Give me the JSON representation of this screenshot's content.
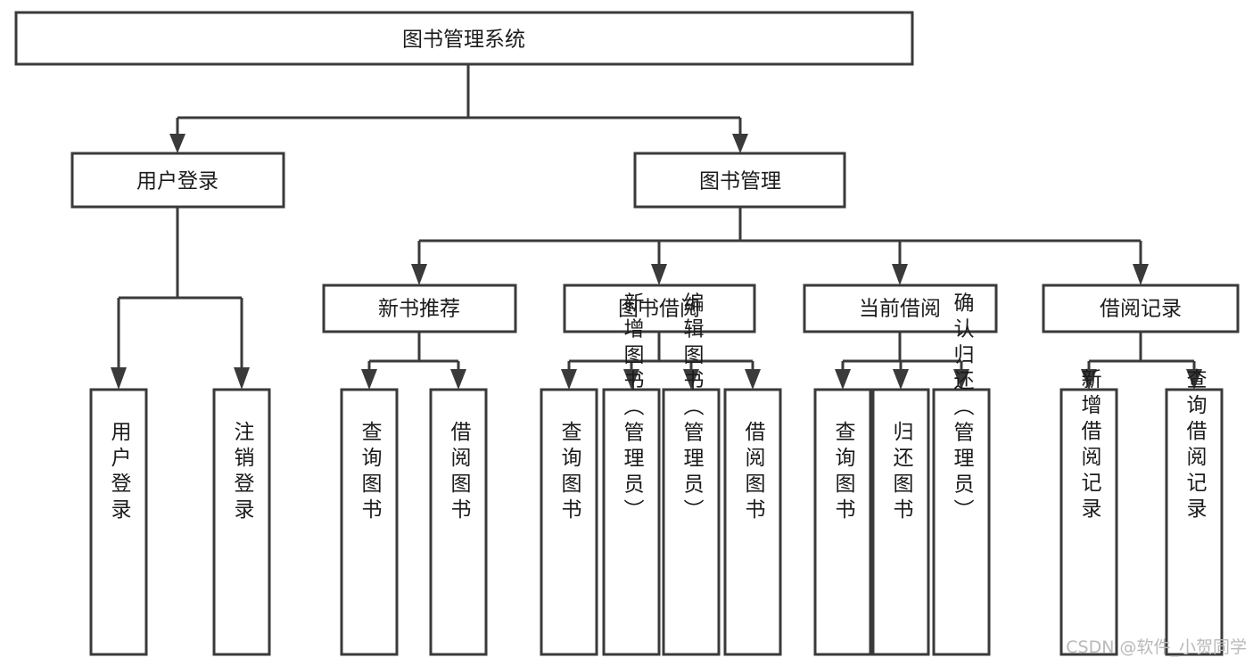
{
  "diagram": {
    "type": "tree-hierarchy",
    "title": "图书管理系统",
    "root": {
      "id": "root",
      "label": "图书管理系统",
      "level": 1
    },
    "level2": [
      {
        "id": "user-login",
        "label": "用户登录"
      },
      {
        "id": "book-manage",
        "label": "图书管理"
      }
    ],
    "level3": [
      {
        "id": "new-book-recommend",
        "label": "新书推荐",
        "parent": "book-manage"
      },
      {
        "id": "book-borrow",
        "label": "图书借阅",
        "parent": "book-manage"
      },
      {
        "id": "current-borrow",
        "label": "当前借阅",
        "parent": "book-manage"
      },
      {
        "id": "borrow-record",
        "label": "借阅记录",
        "parent": "book-manage"
      }
    ],
    "leaves": {
      "user-login": [
        {
          "id": "leaf-user-login",
          "label": "用户登录"
        },
        {
          "id": "leaf-user-logout",
          "label": "注销登录"
        }
      ],
      "new-book-recommend": [
        {
          "id": "leaf-query-book-1",
          "label": "查询图书"
        },
        {
          "id": "leaf-borrow-book-1",
          "label": "借阅图书"
        }
      ],
      "book-borrow": [
        {
          "id": "leaf-query-book-2",
          "label": "查询图书"
        },
        {
          "id": "leaf-add-book",
          "label": "新增图书（管理员）"
        },
        {
          "id": "leaf-edit-book",
          "label": "编辑图书（管理员）"
        },
        {
          "id": "leaf-borrow-book-2",
          "label": "借阅图书"
        }
      ],
      "current-borrow": [
        {
          "id": "leaf-query-book-3",
          "label": "查询图书"
        },
        {
          "id": "leaf-return-book",
          "label": "归还图书"
        },
        {
          "id": "leaf-confirm-return",
          "label": "确认归还（管理员）"
        }
      ],
      "borrow-record": [
        {
          "id": "leaf-add-record",
          "label": "新增借阅记录"
        },
        {
          "id": "leaf-query-record",
          "label": "查询借阅记录"
        }
      ]
    },
    "colors": {
      "stroke": "#3a3a3a",
      "fill": "#ffffff",
      "text": "#1b1b1b",
      "watermark": "#b9b9b9"
    }
  },
  "watermark": {
    "text": "CSDN @软件_小贺同学"
  }
}
